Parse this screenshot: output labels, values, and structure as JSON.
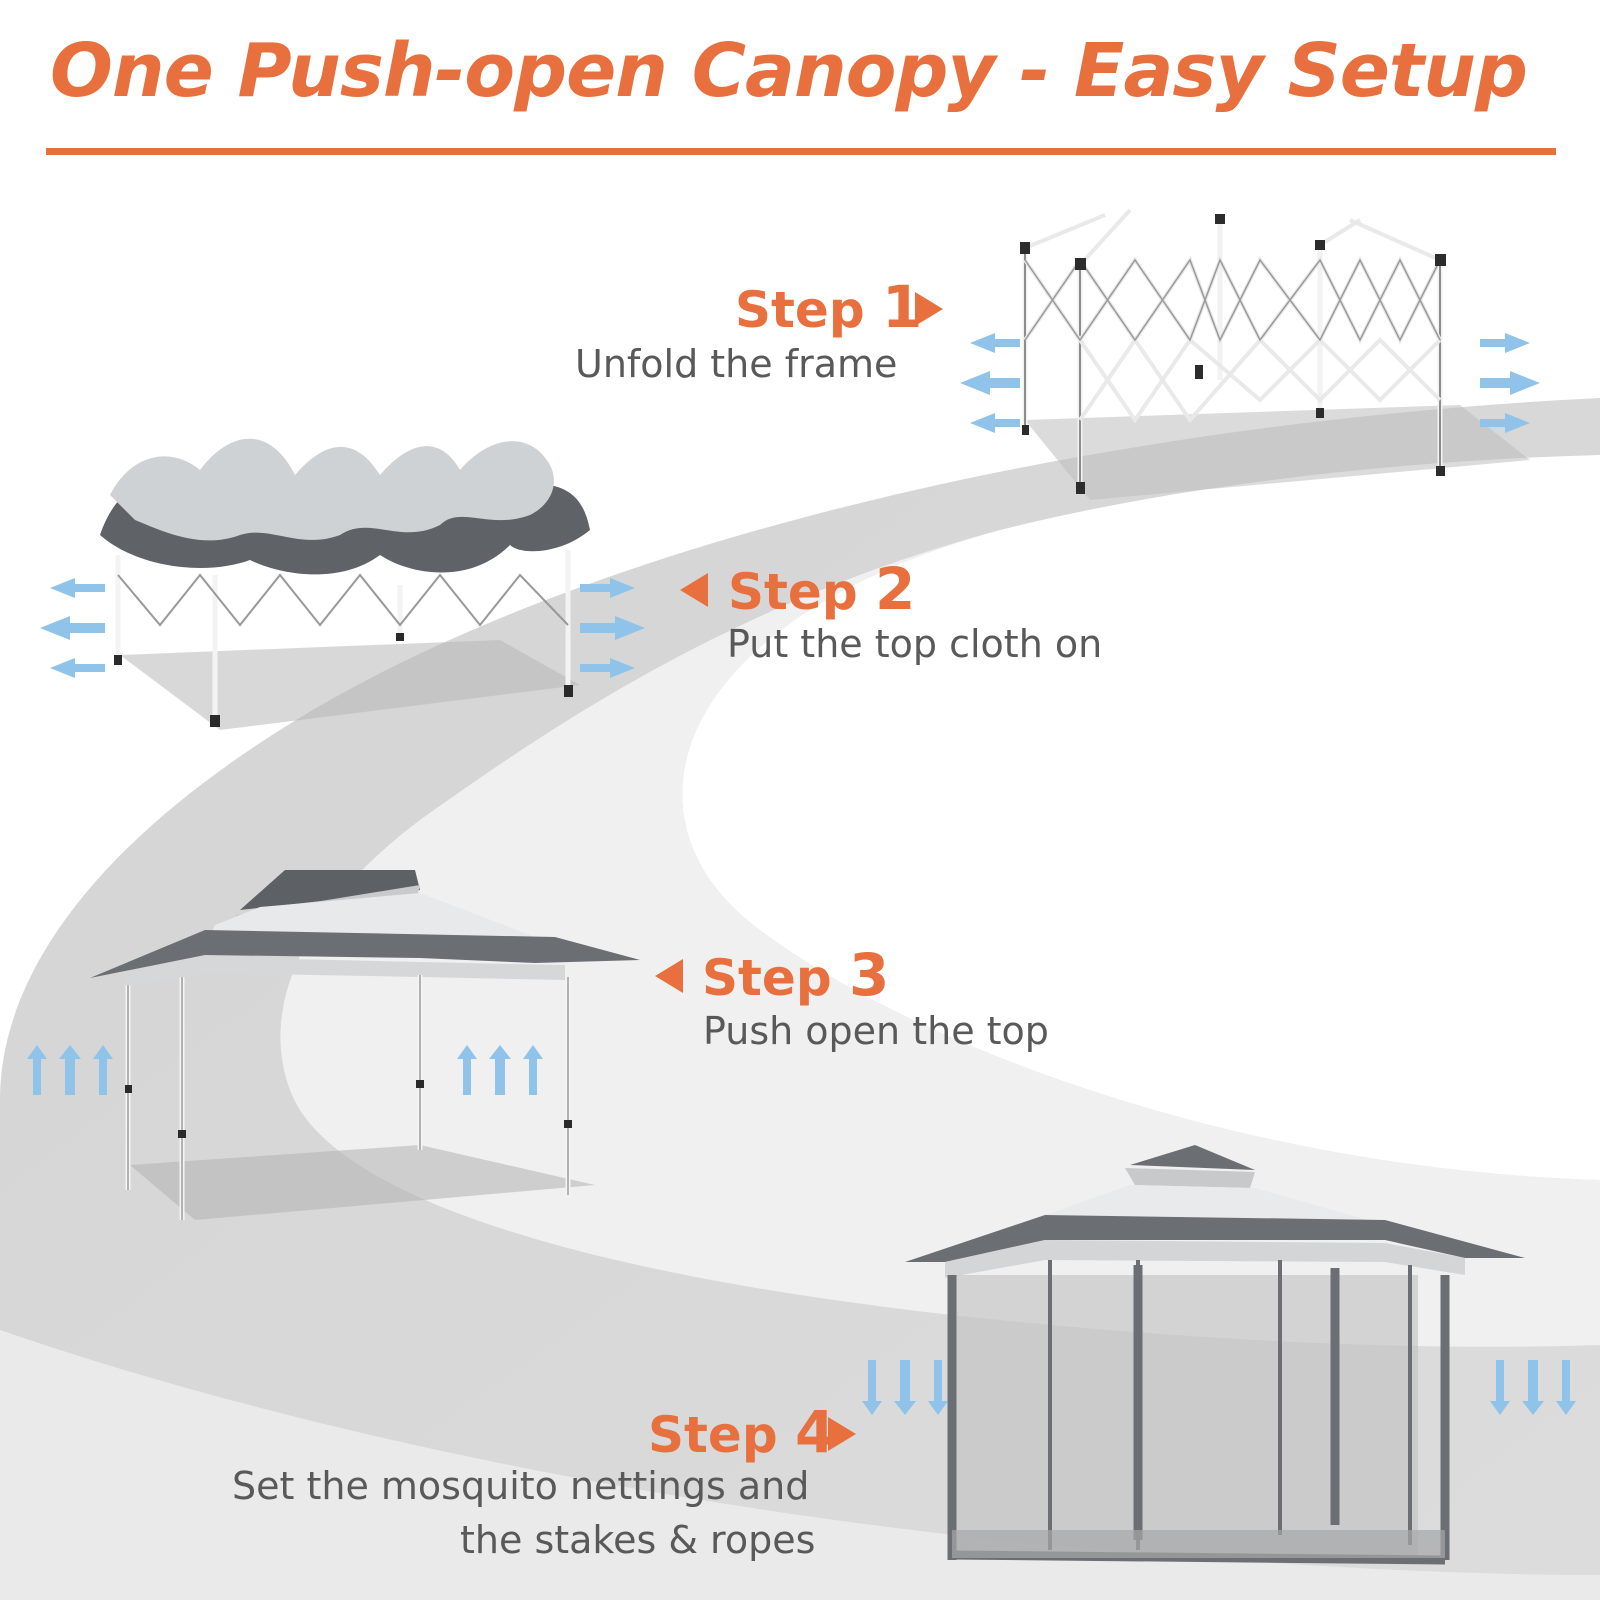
{
  "title": "One Push-open Canopy - Easy Setup",
  "colors": {
    "accent": "#e8703f",
    "text": "#595959",
    "arrow": "#8fc3ea",
    "canopy_dark": "#6b6e73",
    "canopy_light": "#e6e7e9"
  },
  "steps": [
    {
      "label": "Step",
      "number": "1",
      "description": "Unfold the frame",
      "arrow": "right"
    },
    {
      "label": "Step",
      "number": "2",
      "description": "Put the top cloth on",
      "arrow": "left"
    },
    {
      "label": "Step",
      "number": "3",
      "description": "Push open the top",
      "arrow": "left"
    },
    {
      "label": "Step",
      "number": "4",
      "description_line1": "Set the mosquito nettings and",
      "description_line2": "the stakes & ropes",
      "arrow": "right"
    }
  ],
  "icons": [
    "expand-arrow-icon",
    "lift-arrow-icon",
    "stake-arrow-icon"
  ]
}
